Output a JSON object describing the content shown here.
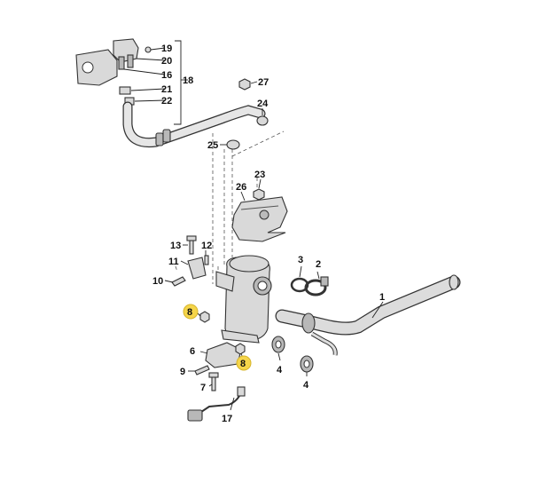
{
  "colors": {
    "highlight": "#f5d54a",
    "part_fill": "#d9d9d9",
    "part_stroke": "#333333",
    "background": "#ffffff"
  },
  "callouts": {
    "c1": "1",
    "c2": "2",
    "c3": "3",
    "c4a": "4",
    "c4b": "4",
    "c6": "6",
    "c7": "7",
    "c8a": "8",
    "c8b": "8",
    "c9": "9",
    "c10": "10",
    "c11": "11",
    "c12": "12",
    "c13": "13",
    "c16": "16",
    "c17": "17",
    "c18": "18",
    "c19": "19",
    "c20": "20",
    "c21": "21",
    "c22": "22",
    "c23": "23",
    "c24": "24",
    "c25": "25",
    "c26": "26",
    "c27": "27"
  }
}
